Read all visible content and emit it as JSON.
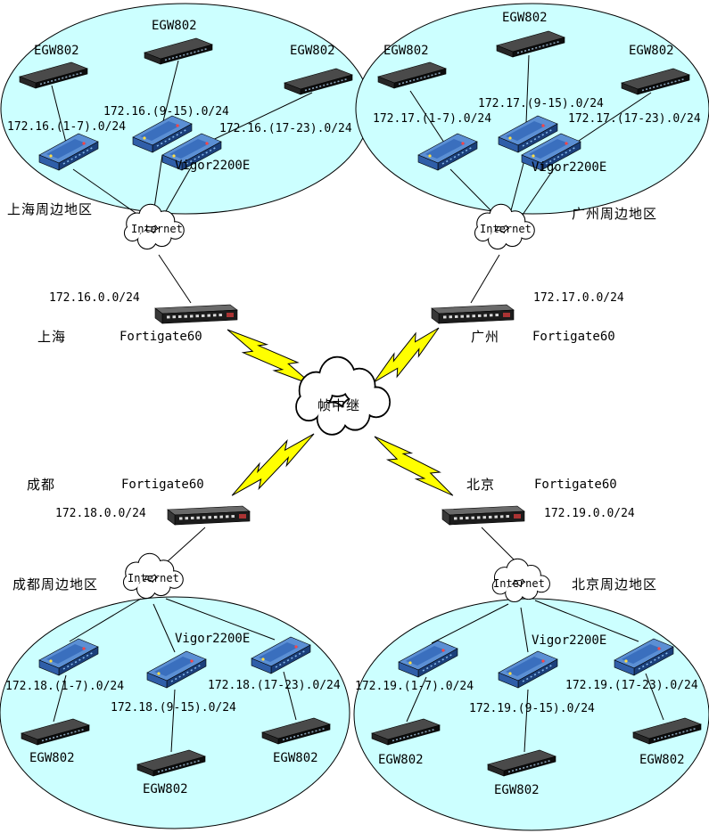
{
  "labels": {
    "internet": "Internet",
    "frame_relay": "帧中继",
    "switch_model": "EGW802",
    "router_model": "Vigor2200E",
    "firewall_model": "Fortigate60"
  },
  "regions": {
    "shanghai": {
      "area_name": "上海周边地区",
      "city": "上海",
      "wan_subnet": "172.16.0.0/24",
      "lan_subnets": [
        "172.16.(1-7).0/24",
        "172.16.(9-15).0/24",
        "172.16.(17-23).0/24"
      ]
    },
    "guangzhou": {
      "area_name": "广州周边地区",
      "city": "广州",
      "wan_subnet": "172.17.0.0/24",
      "lan_subnets": [
        "172.17.(1-7).0/24",
        "172.17.(9-15).0/24",
        "172.17.(17-23).0/24"
      ]
    },
    "chengdu": {
      "area_name": "成都周边地区",
      "city": "成都",
      "wan_subnet": "172.18.0.0/24",
      "lan_subnets": [
        "172.18.(1-7).0/24",
        "172.18.(9-15).0/24",
        "172.18.(17-23).0/24"
      ]
    },
    "beijing": {
      "area_name": "北京周边地区",
      "city": "北京",
      "wan_subnet": "172.19.0.0/24",
      "lan_subnets": [
        "172.19.(1-7).0/24",
        "172.19.(9-15).0/24",
        "172.19.(17-23).0/24"
      ]
    }
  },
  "colors": {
    "region_fill": "#ccffff",
    "region_stroke": "#000000",
    "cloud_fill": "#ffffff",
    "lightning_fill": "#ffff00",
    "line_color": "#000000",
    "router_top": "#5b8fd4",
    "switch_body": "#1a1a1a"
  }
}
